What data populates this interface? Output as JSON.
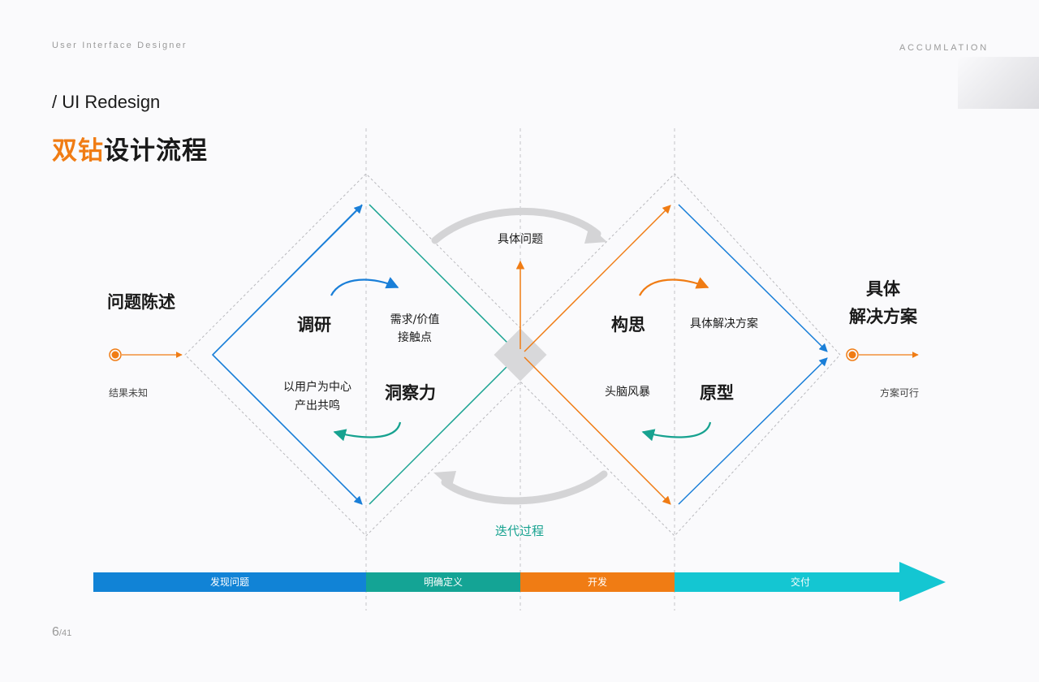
{
  "header": {
    "subtitle_left": "User Interface Designer",
    "subtitle_right": "ACCUMLATION"
  },
  "section_label": "/ UI Redesign",
  "title": {
    "accent": "双钻",
    "rest": "设计流程"
  },
  "start": {
    "label": "问题陈述",
    "caption": "结果未知"
  },
  "end": {
    "label_line1": "具体",
    "label_line2": "解决方案",
    "caption": "方案可行"
  },
  "diamond_left": {
    "research": "调研",
    "needs_line1": "需求/价值",
    "needs_line2": "接触点",
    "insight": "洞察力",
    "empathy_line1": "以用户为中心",
    "empathy_line2": "产出共鸣"
  },
  "diamond_right": {
    "ideation": "构思",
    "solution": "具体解决方案",
    "brainstorm": "头脑风暴",
    "prototype": "原型"
  },
  "center": {
    "specific_problem": "具体问题",
    "iteration": "迭代过程"
  },
  "phases": [
    {
      "label": "发现问题",
      "color": "#1183d6"
    },
    {
      "label": "明确定义",
      "color": "#14a495"
    },
    {
      "label": "开发",
      "color": "#f07c14"
    },
    {
      "label": "交付",
      "color": "#14c6d2"
    }
  ],
  "colors": {
    "orange": "#f07c14",
    "blue": "#1a7fd8",
    "teal": "#17a290",
    "gray_arrow": "#d4d4d6"
  },
  "page": {
    "current": "6",
    "total": "/41"
  }
}
